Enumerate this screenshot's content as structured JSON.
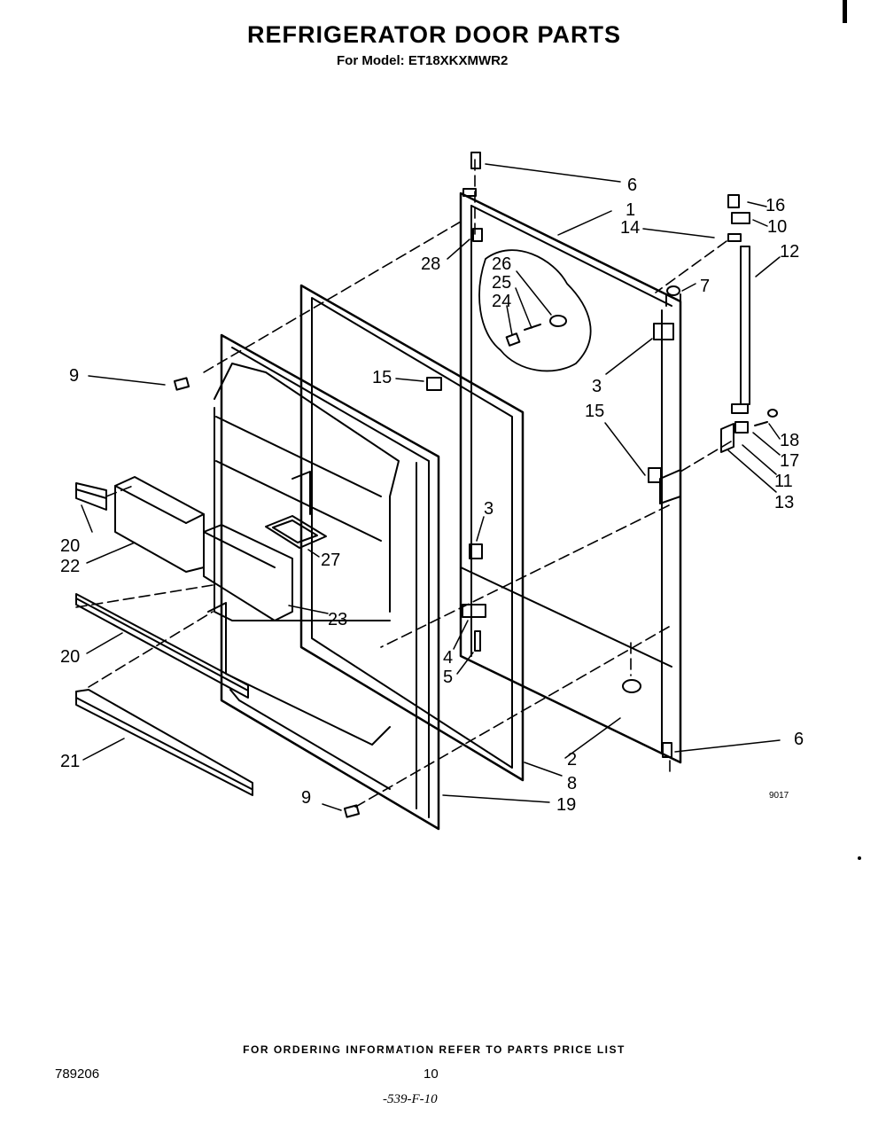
{
  "header": {
    "title": "REFRIGERATOR DOOR PARTS",
    "subtitle": "For Model: ET18XKXMWR2"
  },
  "diagram": {
    "figure_code": "9017",
    "callouts": [
      {
        "id": "1",
        "text": "1"
      },
      {
        "id": "2",
        "text": "2"
      },
      {
        "id": "3a",
        "text": "3"
      },
      {
        "id": "3b",
        "text": "3"
      },
      {
        "id": "4",
        "text": "4"
      },
      {
        "id": "5",
        "text": "5"
      },
      {
        "id": "6a",
        "text": "6"
      },
      {
        "id": "6b",
        "text": "6"
      },
      {
        "id": "7",
        "text": "7"
      },
      {
        "id": "8",
        "text": "8"
      },
      {
        "id": "9a",
        "text": "9"
      },
      {
        "id": "9b",
        "text": "9"
      },
      {
        "id": "10",
        "text": "10"
      },
      {
        "id": "11",
        "text": "11"
      },
      {
        "id": "12",
        "text": "12"
      },
      {
        "id": "13",
        "text": "13"
      },
      {
        "id": "14",
        "text": "14"
      },
      {
        "id": "15a",
        "text": "15"
      },
      {
        "id": "15b",
        "text": "15"
      },
      {
        "id": "16",
        "text": "16"
      },
      {
        "id": "17",
        "text": "17"
      },
      {
        "id": "18",
        "text": "18"
      },
      {
        "id": "19",
        "text": "19"
      },
      {
        "id": "20a",
        "text": "20"
      },
      {
        "id": "20b",
        "text": "20"
      },
      {
        "id": "21",
        "text": "21"
      },
      {
        "id": "22",
        "text": "22"
      },
      {
        "id": "23",
        "text": "23"
      },
      {
        "id": "24",
        "text": "24"
      },
      {
        "id": "25",
        "text": "25"
      },
      {
        "id": "26",
        "text": "26"
      },
      {
        "id": "27",
        "text": "27"
      },
      {
        "id": "28",
        "text": "28"
      }
    ]
  },
  "footer": {
    "ordering_note": "FOR ORDERING INFORMATION REFER TO PARTS PRICE LIST",
    "doc_number": "789206",
    "page_number": "10",
    "handwritten_note": "-539-F-10"
  }
}
